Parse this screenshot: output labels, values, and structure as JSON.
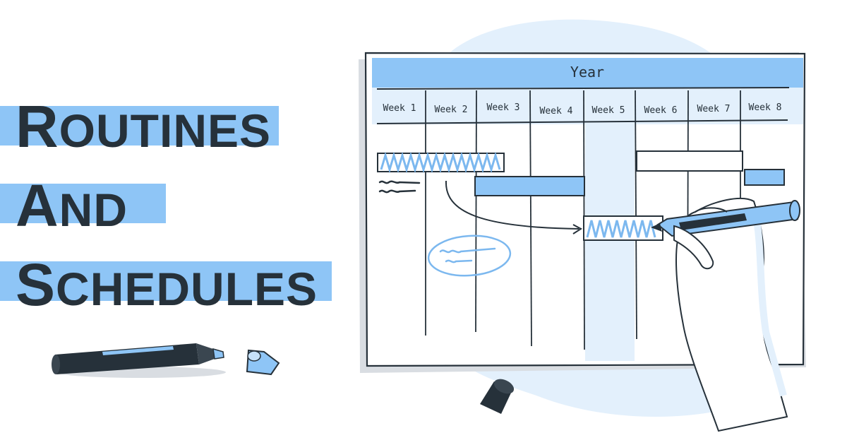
{
  "title": {
    "line1": {
      "cap": "R",
      "rest": "OUTINES"
    },
    "line2": {
      "cap": "A",
      "rest": "ND"
    },
    "line3": {
      "cap": "S",
      "rest": "CHEDULES"
    }
  },
  "board": {
    "header": "Year",
    "weeks": [
      "Week 1",
      "Week 2",
      "Week 3",
      "Week 4",
      "Week 5",
      "Week 6",
      "Week 7",
      "Week 8"
    ]
  },
  "colors": {
    "accent": "#8ec5f6",
    "accent_light": "#e3f0fc",
    "ink": "#26313a",
    "marker_blue": "#7cb8ef"
  },
  "icons": [
    "marker-icon",
    "marker-cap-icon",
    "hand-icon",
    "arrow-icon"
  ]
}
